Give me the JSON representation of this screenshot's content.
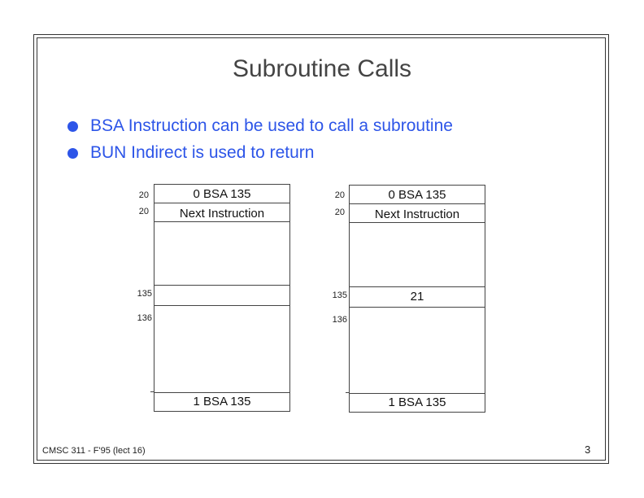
{
  "slide": {
    "title": "Subroutine Calls",
    "bullets": [
      "BSA Instruction can be used to call a subroutine",
      "BUN Indirect is used to return"
    ],
    "footer": "CMSC 311 - F'95 (lect 16)",
    "page_number": "3"
  },
  "diagrams": [
    {
      "addresses": {
        "a0": "20",
        "a1": "20",
        "a2": "135",
        "a3": "136"
      },
      "cells": {
        "c0": "0  BSA 135",
        "c1": "Next Instruction",
        "c135": "",
        "c_last": "1  BSA 135"
      }
    },
    {
      "addresses": {
        "a0": "20",
        "a1": "20",
        "a2": "135",
        "a3": "136"
      },
      "cells": {
        "c0": "0  BSA 135",
        "c1": "Next Instruction",
        "c135": "21",
        "c_last": "1  BSA 135"
      }
    }
  ],
  "colors": {
    "accent": "#2d55e8",
    "text": "#444444"
  }
}
